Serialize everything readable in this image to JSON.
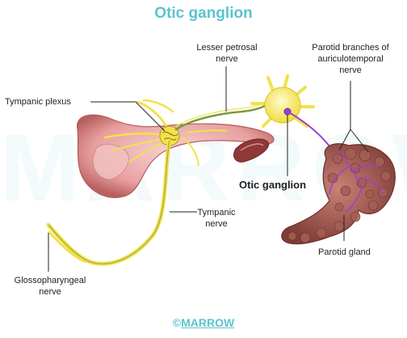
{
  "title": "Otic ganglion",
  "watermark": "MARROW",
  "labels": {
    "lesser_petrosal_nerve": [
      "Lesser petrosal",
      "nerve"
    ],
    "parotid_branches": [
      "Parotid branches of",
      "auriculotemporal",
      "nerve"
    ],
    "tympanic_plexus": "Tympanic plexus",
    "otic_ganglion": "Otic ganglion",
    "tympanic_nerve": [
      "Tympanic",
      "nerve"
    ],
    "parotid_gland": "Parotid gland",
    "glossopharyngeal_nerve": [
      "Glossopharyngeal",
      "nerve"
    ]
  },
  "footer": {
    "copyright": "©",
    "brand": "MARROW"
  },
  "colors": {
    "title": "#5cc3cf",
    "nerve_yellow": "#f2e24b",
    "nerve_green": "#7c9a3a",
    "parasympathetic_purple": "#9b3fd0",
    "ear_pink": "#e8a0a0",
    "gland_brown": "#9e5a52"
  }
}
